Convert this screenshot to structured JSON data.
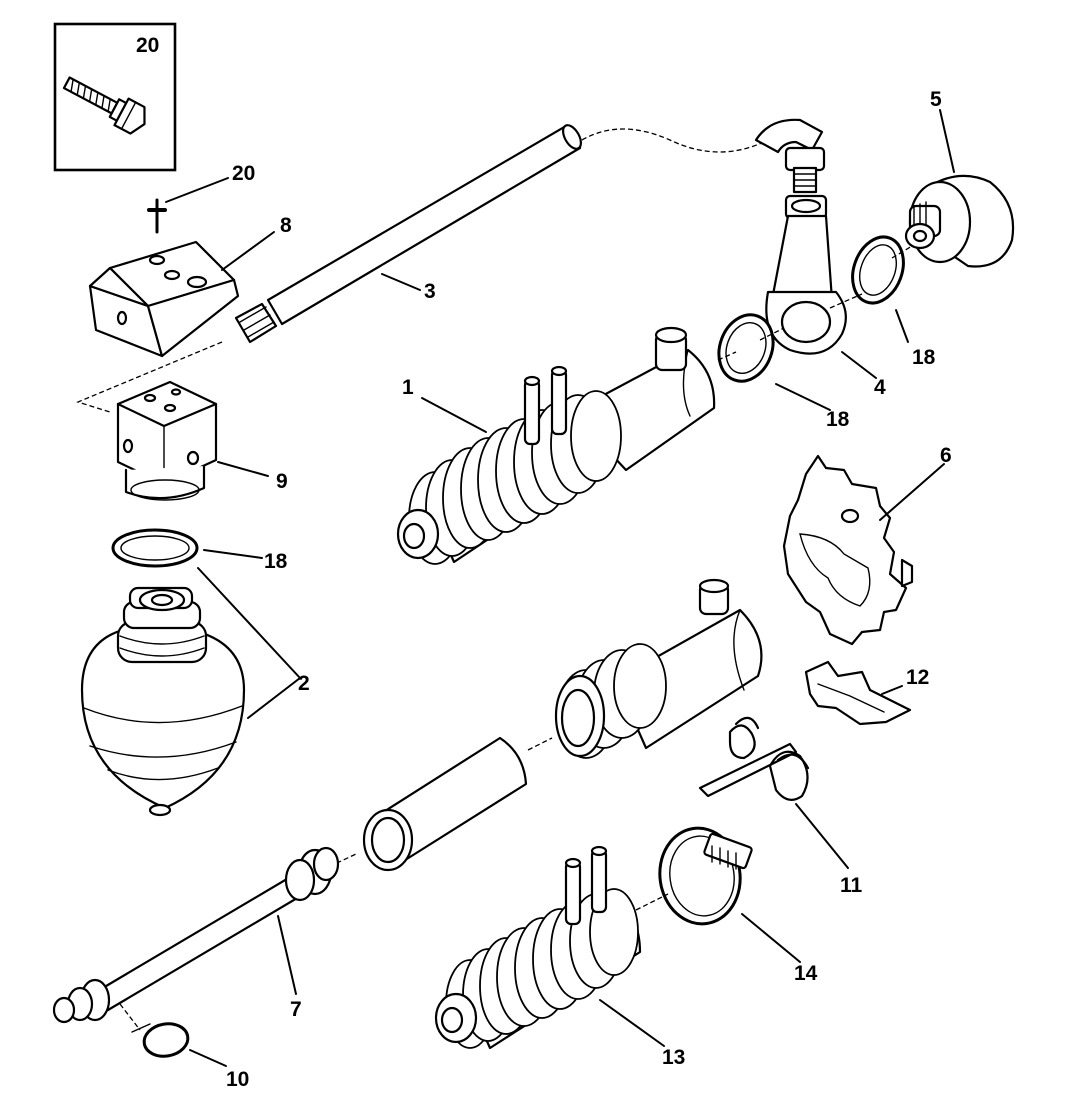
{
  "callouts": {
    "c1": "1",
    "c2": "2",
    "c3": "3",
    "c4": "4",
    "c5": "5",
    "c6": "6",
    "c7": "7",
    "c8": "8",
    "c9": "9",
    "c10": "10",
    "c11": "11",
    "c12": "12",
    "c13": "13",
    "c14": "14",
    "c18a": "18",
    "c18b": "18",
    "c18c": "18",
    "c20_inset": "20",
    "c20": "20"
  }
}
